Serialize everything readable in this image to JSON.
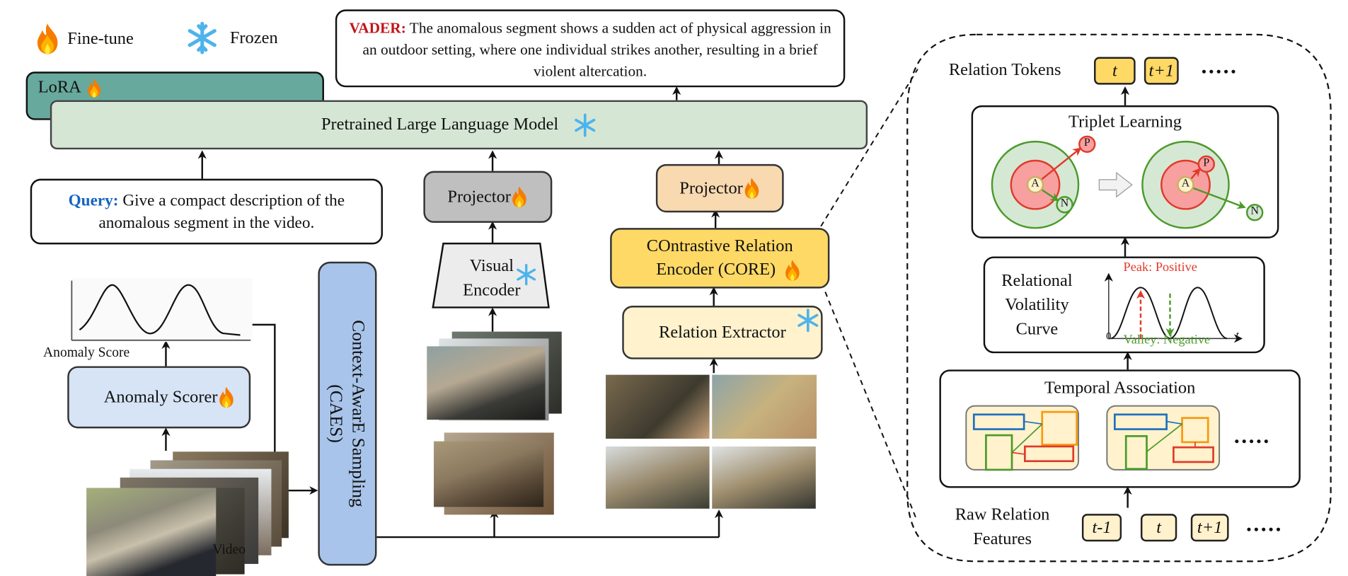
{
  "legend": {
    "finetune_label": "Fine-tune",
    "frozen_label": "Frozen"
  },
  "output": {
    "prefix": "VADER:",
    "text": "The anomalous segment shows a sudden act of physical aggression in an outdoor setting, where one individual strikes another, resulting in a brief violent altercation.",
    "prefix_color": "#c0161c"
  },
  "lora": {
    "label": "LoRA"
  },
  "llm": {
    "label": "Pretrained Large Language Model"
  },
  "query": {
    "prefix": "Query:",
    "text": "Give a compact description of the anomalous segment in the video.",
    "prefix_color": "#1565c0"
  },
  "visual_branch": {
    "projector_label": "Projector",
    "encoder_line1": "Visual",
    "encoder_line2": "Encoder"
  },
  "relation_branch": {
    "projector_label": "Projector",
    "core_line1": "COntrastive Relation",
    "core_line2": "Encoder (CORE)",
    "extractor_label": "Relation Extractor"
  },
  "scorer": {
    "label": "Anomaly Scorer",
    "score_label": "Anomaly Score",
    "video_label": "Video"
  },
  "caes": {
    "line1": "Context-AwarE Sampling",
    "line2": "(CAES)"
  },
  "core_detail": {
    "relation_tokens_label": "Relation Tokens",
    "relation_tokens": [
      "t",
      "t+1"
    ],
    "triplet_title": "Triplet Learning",
    "anchor": "A",
    "positive": "P",
    "negative": "N",
    "volatility_line1": "Relational",
    "volatility_line2": "Volatility",
    "volatility_line3": "Curve",
    "peak_label": "Peak: Positive",
    "valley_label": "Valley: Negative",
    "axis_origin": "0",
    "axis_t": "t",
    "temporal_title": "Temporal Association",
    "raw_line1": "Raw Relation",
    "raw_line2": "Features",
    "raw_tokens": [
      "t-1",
      "t",
      "t+1"
    ],
    "ellipsis": "....."
  },
  "colors": {
    "lora": "#67a99d",
    "llm": "#d5e6d5",
    "scorer": "#d6e4f6",
    "caes": "#a8c4ea",
    "projector_visual": "#bfbfbf",
    "projector_relation": "#f8d9b0",
    "core": "#ffd966",
    "extractor": "#fff2cc",
    "token": "#ffd966",
    "raw_token": "#fff2cc",
    "positive": "#e03a2a",
    "negative": "#4b9a2a",
    "snow": "#4db3ec"
  }
}
